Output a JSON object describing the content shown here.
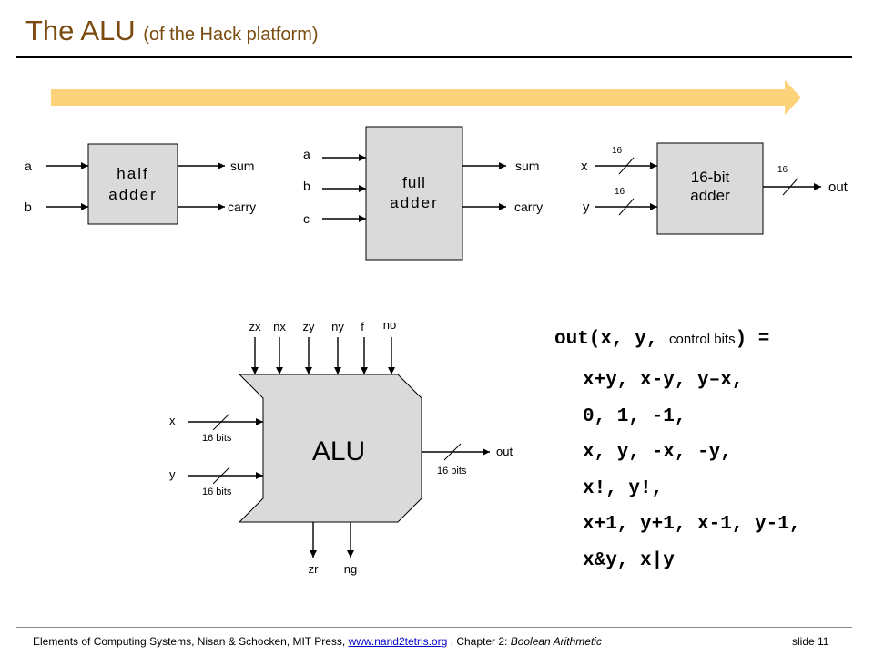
{
  "title": {
    "main": "The ALU",
    "sub": "(of the Hack platform)"
  },
  "colors": {
    "title": "#7a4a0e",
    "arrow": "#fcd27a",
    "box_fill": "#dadada"
  },
  "half_adder": {
    "label_line1": "half",
    "label_line2": "adder",
    "inputs": [
      "a",
      "b"
    ],
    "outputs": [
      "sum",
      "carry"
    ]
  },
  "full_adder": {
    "label_line1": "full",
    "label_line2": "adder",
    "inputs": [
      "a",
      "b",
      "c"
    ],
    "outputs": [
      "sum",
      "carry"
    ]
  },
  "adder16": {
    "label_line1": "16-bit",
    "label_line2": "adder",
    "inputs": [
      "x",
      "y"
    ],
    "output": "out",
    "bus_width": "16"
  },
  "alu": {
    "label": "ALU",
    "controls": [
      "zx",
      "nx",
      "zy",
      "ny",
      "f",
      "no"
    ],
    "inputs": [
      "x",
      "y"
    ],
    "input_bus": "16 bits",
    "output": "out",
    "output_bus": "16 bits",
    "status_outputs": [
      "zr",
      "ng"
    ]
  },
  "formula": {
    "lhs_prefix": "out(x, y, ",
    "lhs_control": "control bits",
    "lhs_suffix": ") =",
    "lines": [
      "x+y, x-y, y–x,",
      "0, 1, -1,",
      "x, y, -x, -y,",
      "x!, y!,",
      "x+1, y+1, x-1, y-1,",
      "x&y, x|y"
    ]
  },
  "footer": {
    "prefix": "Elements of Computing Systems, Nisan & Schocken, MIT Press, ",
    "link": "www.nand2tetris.org",
    "middle": " , Chapter 2: ",
    "chapter": "Boolean Arithmetic",
    "slide": "slide 11"
  }
}
